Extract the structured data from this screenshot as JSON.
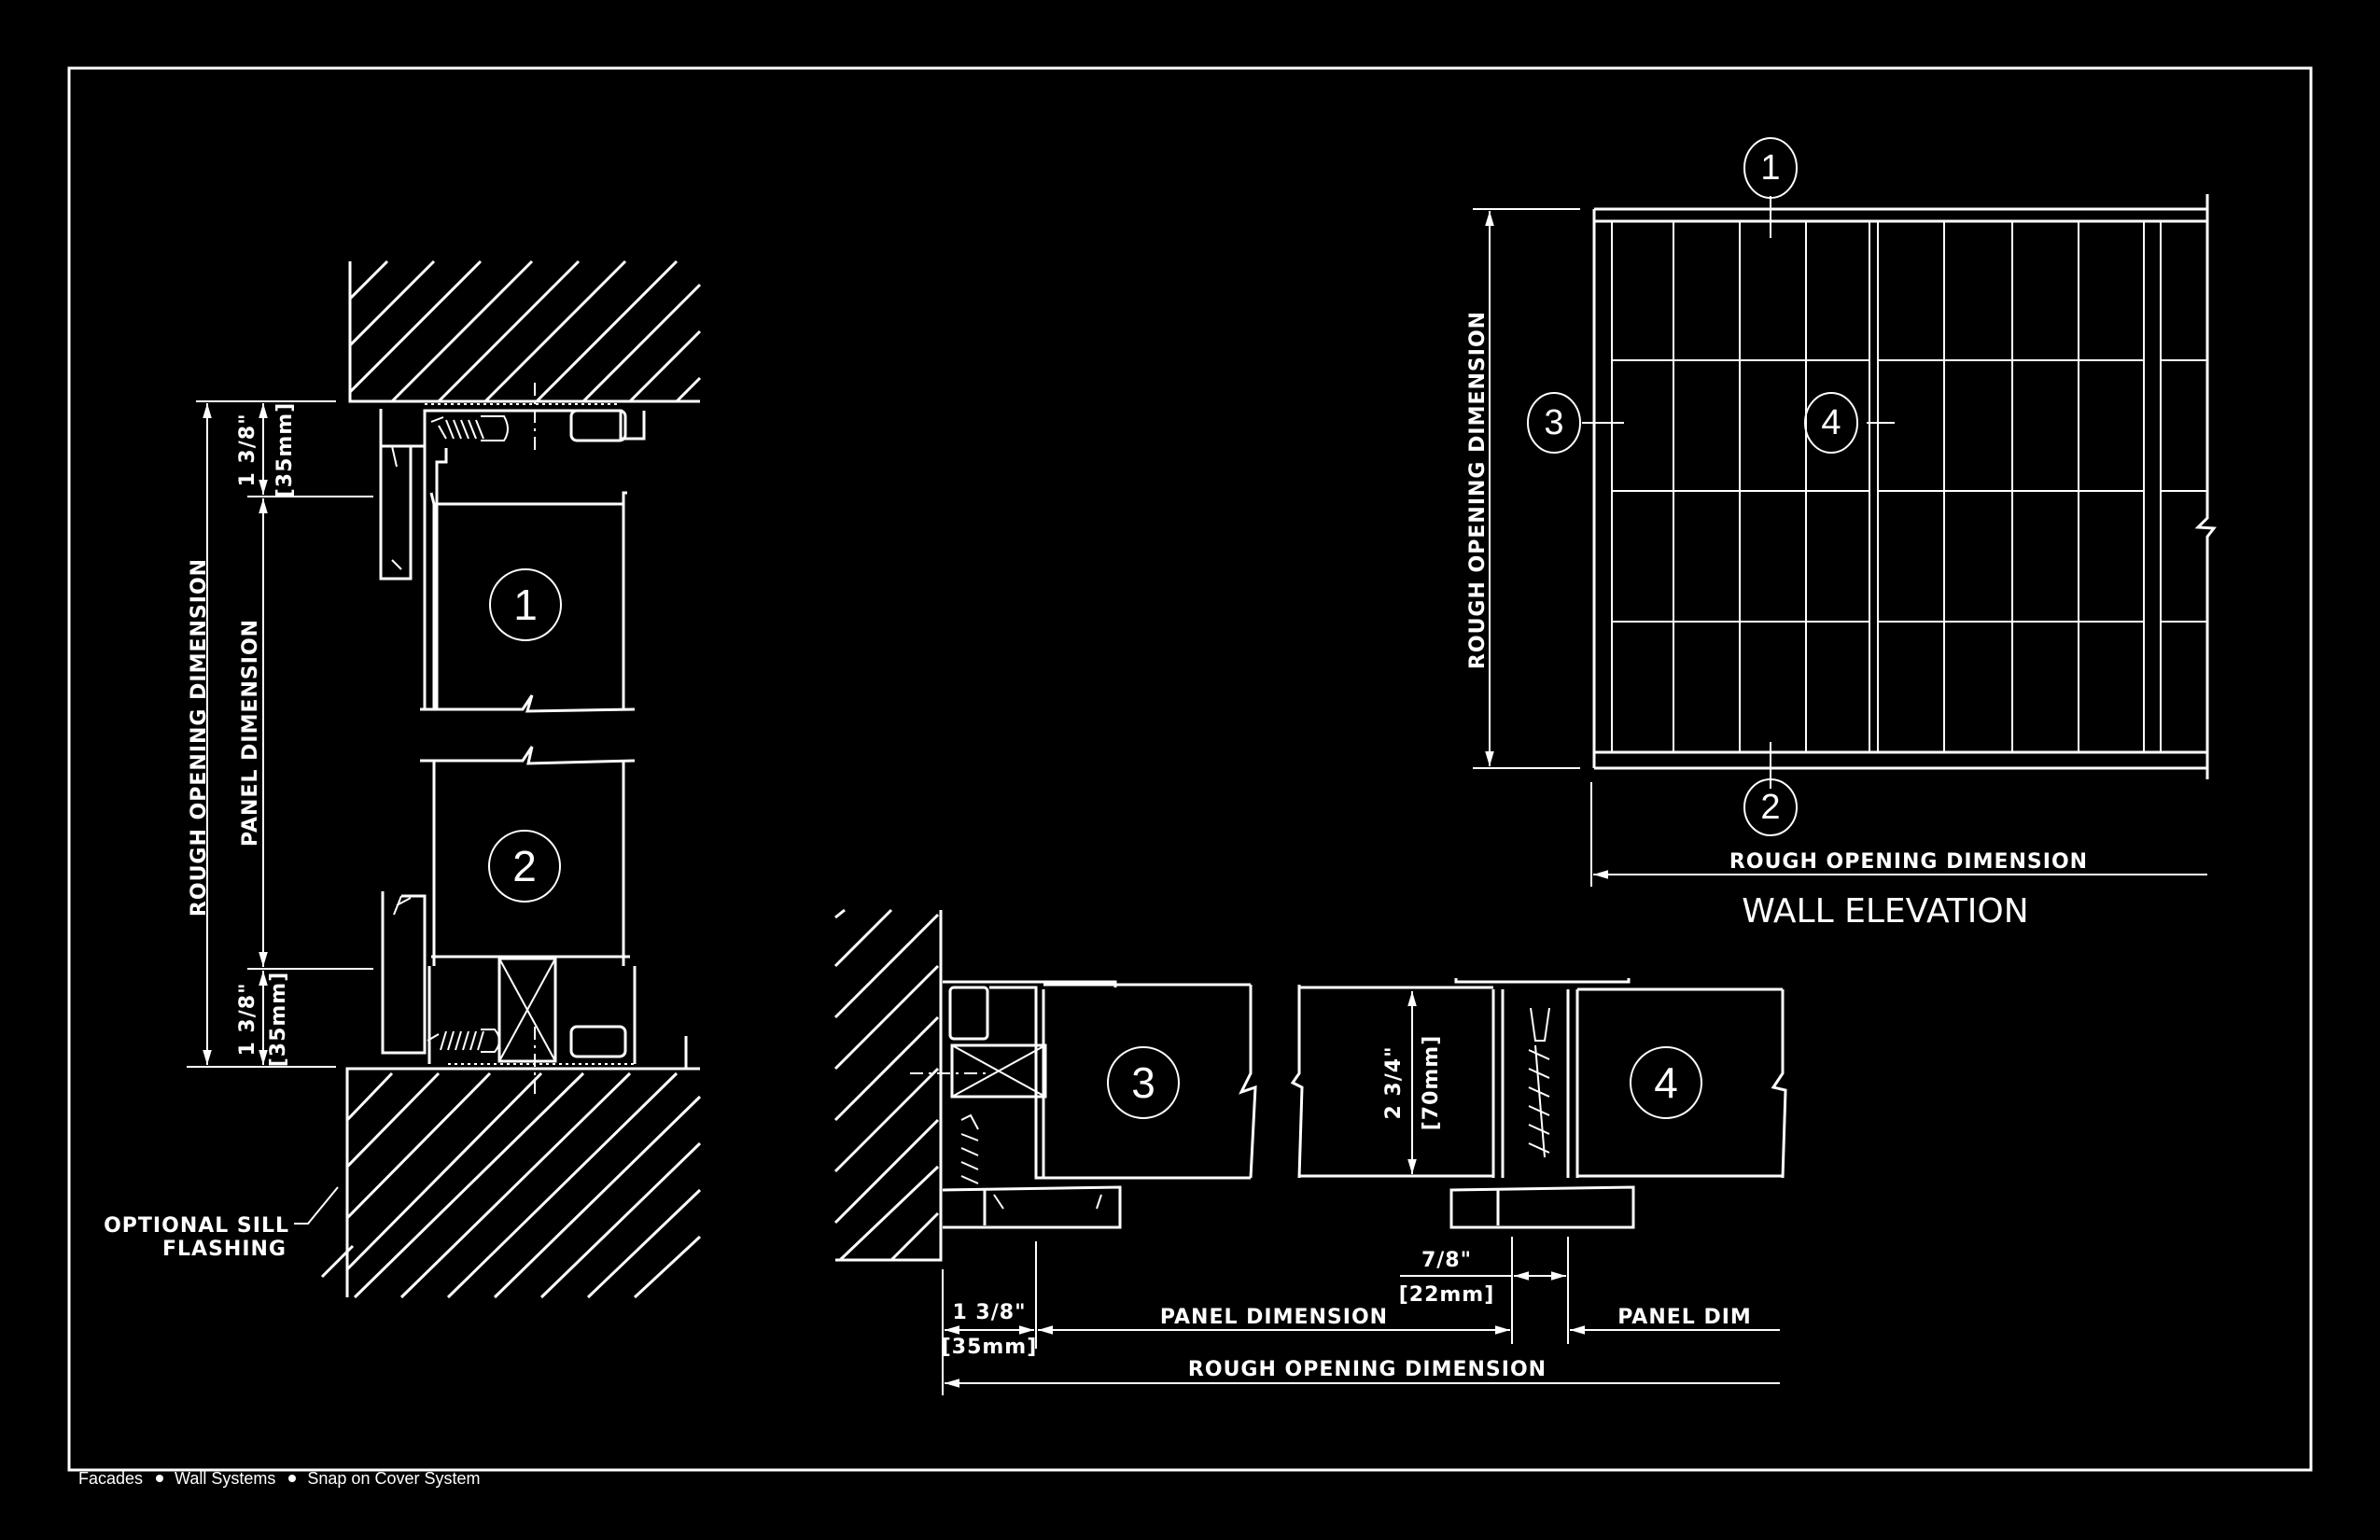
{
  "drawing": {
    "title": "WALL ELEVATION",
    "background_color": "#000000",
    "line_color": "#ffffff"
  },
  "section_tags": {
    "tag1": "1",
    "tag2": "2",
    "tag3": "3",
    "tag4": "4"
  },
  "vertical_section": {
    "rough_opening_label": "ROUGH OPENING DIMENSION",
    "panel_dimension_label": "PANEL DIMENSION",
    "top_dim_imperial": "1 3/8\"",
    "top_dim_metric": "[35mm]",
    "bottom_dim_imperial": "1 3/8\"",
    "bottom_dim_metric": "[35mm]",
    "sill_note_line1": "OPTIONAL SILL",
    "sill_note_line2": "FLASHING"
  },
  "horizontal_section": {
    "panel_depth_imperial": "2 3/4\"",
    "panel_depth_metric": "[70mm]",
    "joint_imperial": "7/8\"",
    "joint_metric": "[22mm]",
    "edge_imperial": "1 3/8\"",
    "edge_metric": "[35mm]",
    "panel_dimension_label": "PANEL DIMENSION",
    "panel_dim_label": "PANEL DIM",
    "rough_opening_label": "ROUGH OPENING DIMENSION"
  },
  "elevation": {
    "vertical_dim_label": "ROUGH OPENING DIMENSION",
    "horizontal_dim_label": "ROUGH OPENING DIMENSION",
    "title": "WALL ELEVATION"
  },
  "footer": {
    "items": [
      "Facades",
      "Wall Systems",
      "Snap on Cover System"
    ]
  }
}
